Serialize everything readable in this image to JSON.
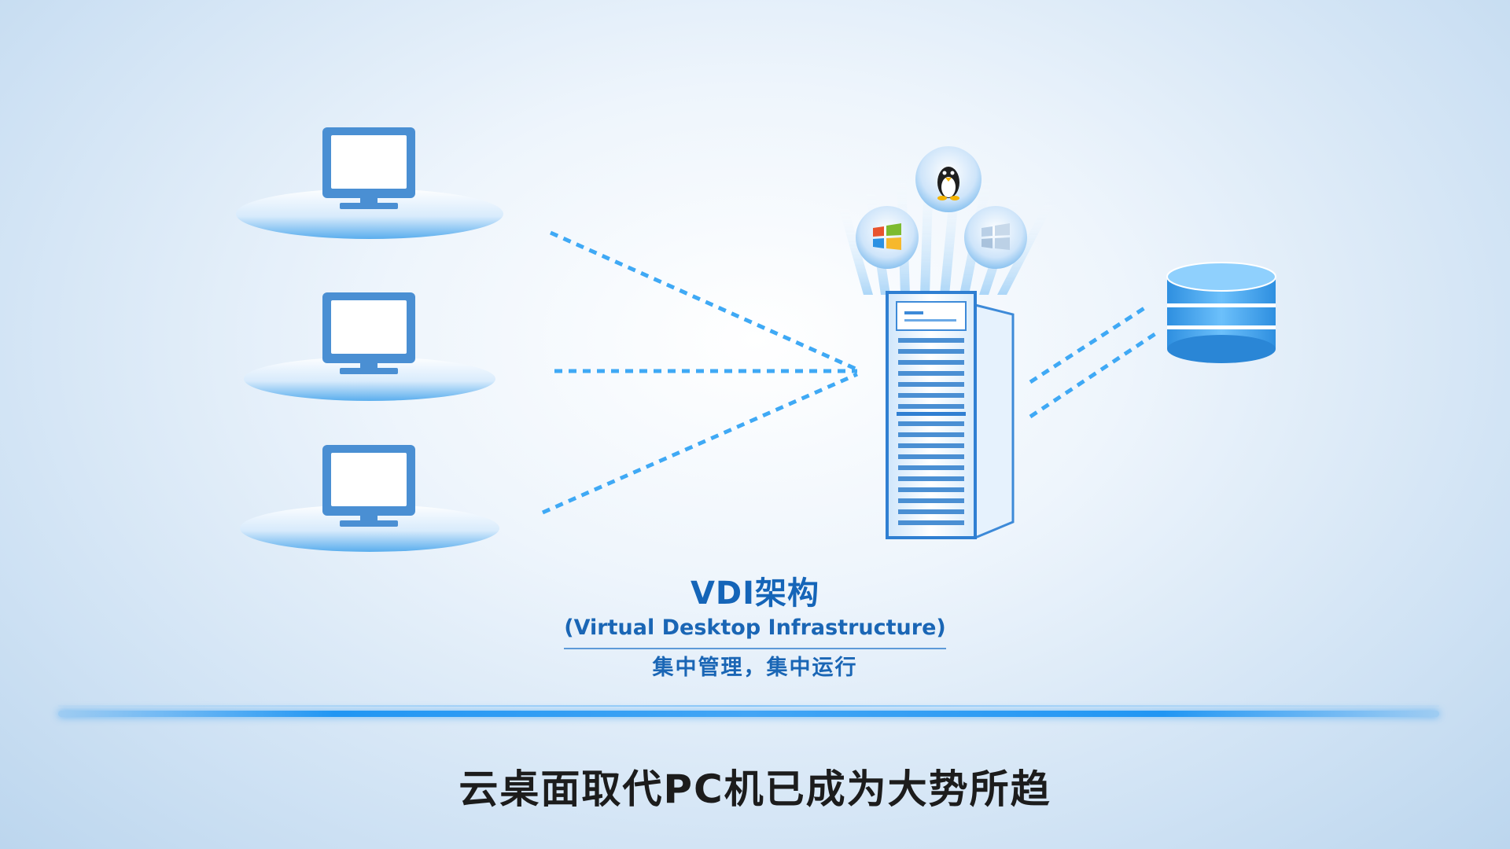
{
  "diagram": {
    "title": "VDI架构",
    "subtitle": "(Virtual Desktop Infrastructure)",
    "tagline": "集中管理，集中运行",
    "headline": "云桌面取代PC机已成为大势所趋"
  },
  "nodes": {
    "clients": [
      {
        "name": "client-pc-1",
        "icon": "monitor-icon"
      },
      {
        "name": "client-pc-2",
        "icon": "monitor-icon"
      },
      {
        "name": "client-pc-3",
        "icon": "monitor-icon"
      }
    ],
    "server": {
      "icon": "server-rack-icon"
    },
    "os_icons": [
      "windows-logo-icon",
      "linux-penguin-icon",
      "windows-logo-icon"
    ],
    "storage": {
      "icon": "database-icon"
    }
  },
  "colors": {
    "accent": "#2196f3",
    "caption_text": "#1565b8",
    "headline_text": "#1c1c1c",
    "icon_fill": "#4a8fd3",
    "connector": "#3fa9f5"
  }
}
